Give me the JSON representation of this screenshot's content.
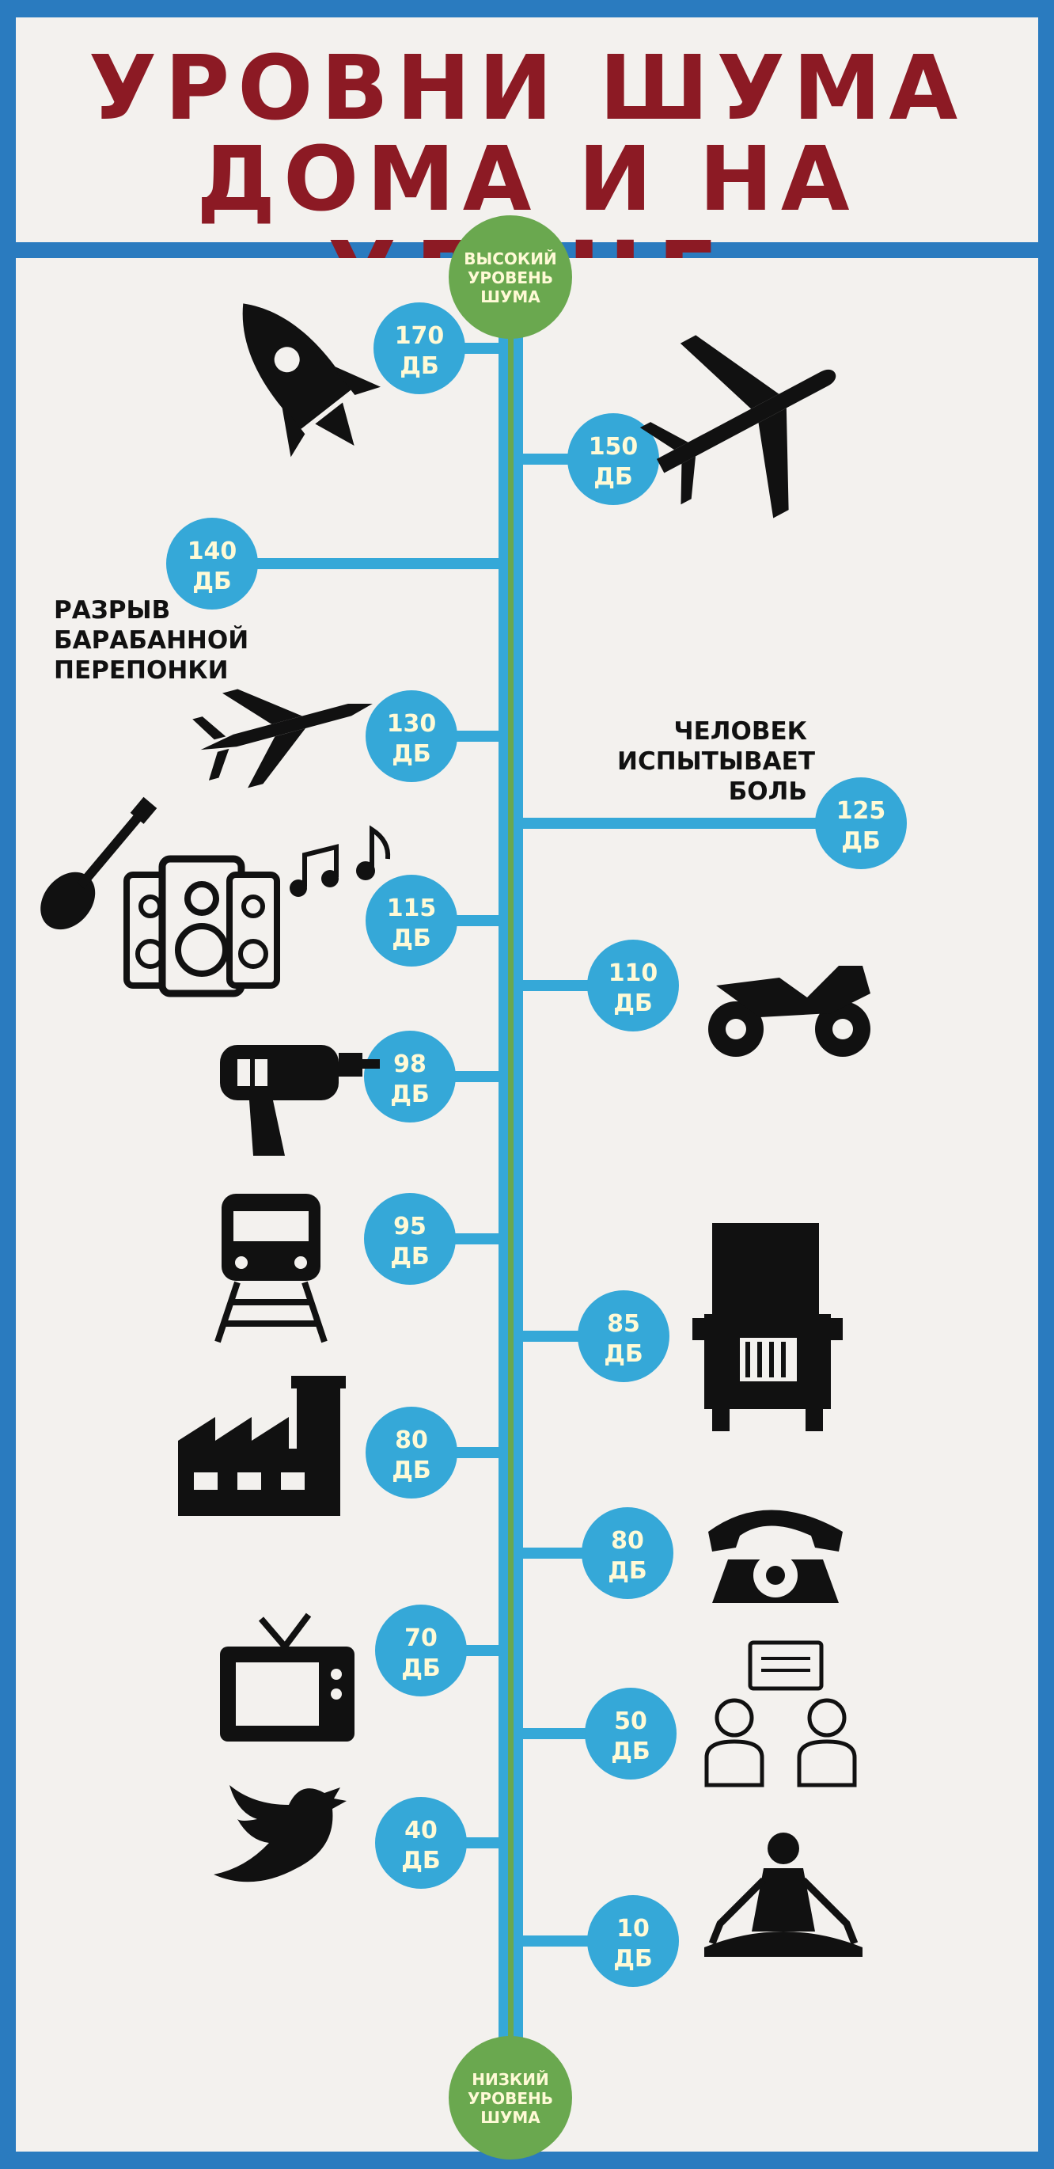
{
  "title": {
    "line1": "УРОВНИ ШУМА",
    "line2": "ДОМА И НА УЛИЦЕ"
  },
  "scale_ends": {
    "top": {
      "line1": "ВЫСОКИЙ",
      "line2": "УРОВЕНЬ",
      "line3": "ШУМА"
    },
    "bottom": {
      "line1": "НИЗКИЙ",
      "line2": "УРОВЕНЬ",
      "line3": "ШУМА"
    }
  },
  "unit": "ДБ",
  "levels": [
    {
      "value": "170",
      "icon": "rocket-icon"
    },
    {
      "value": "150",
      "icon": "airplane-icon"
    },
    {
      "value": "140",
      "note": [
        "РАЗРЫВ",
        "БАРАБАННОЙ",
        "ПЕРЕПОНКИ"
      ]
    },
    {
      "value": "130",
      "icon": "fighter-jet-icon"
    },
    {
      "value": "125",
      "note": [
        "ЧЕЛОВЕК",
        "ИСПЫТЫВАЕТ",
        "БОЛЬ"
      ]
    },
    {
      "value": "115",
      "icon": "guitar-speakers-music-icon"
    },
    {
      "value": "110",
      "icon": "motorcycle-icon"
    },
    {
      "value": "98",
      "icon": "drill-icon"
    },
    {
      "value": "95",
      "icon": "train-icon"
    },
    {
      "value": "85",
      "icon": "truck-icon"
    },
    {
      "value": "80",
      "icon": "factory-icon"
    },
    {
      "value": "80",
      "icon": "telephone-icon"
    },
    {
      "value": "70",
      "icon": "tv-icon"
    },
    {
      "value": "50",
      "icon": "conversation-icon"
    },
    {
      "value": "40",
      "icon": "bird-icon"
    },
    {
      "value": "10",
      "icon": "meditation-icon"
    }
  ],
  "colors": {
    "frame": "#2a7bbf",
    "panel": "#f3f1ee",
    "title": "#8c1a24",
    "bubble": "#35a8d8",
    "end": "#6aa84f",
    "bubble_text": "#fffad6"
  }
}
